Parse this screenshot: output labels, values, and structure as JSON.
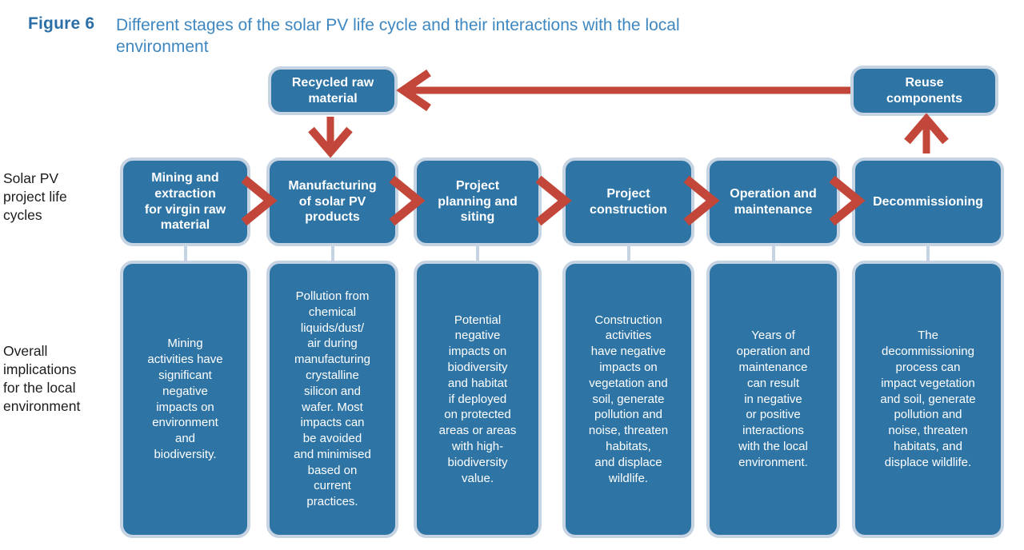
{
  "figure": {
    "label": "Figure 6",
    "title": "Different stages of the solar PV life cycle and their interactions with the local\nenvironment"
  },
  "side_labels": {
    "lifecycle": "Solar PV\nproject life\ncycles",
    "implications": "Overall\nimplications\nfor the local\nenvironment"
  },
  "recycle_loop": {
    "recycled_box": "Recycled raw\nmaterial",
    "reuse_box": "Reuse\ncomponents"
  },
  "stages": [
    {
      "label": "Mining and\nextraction\nfor virgin raw\nmaterial",
      "implication": "Mining\nactivities have\nsignificant\nnegative\nimpacts on\nenvironment\nand\nbiodiversity."
    },
    {
      "label": "Manufacturing\nof solar PV\nproducts",
      "implication": "Pollution from\nchemical\nliquids/dust/\nair during\nmanufacturing\ncrystalline\nsilicon and\nwafer. Most\nimpacts can\nbe avoided\nand minimised\nbased on\ncurrent\npractices."
    },
    {
      "label": "Project\nplanning and\nsiting",
      "implication": "Potential\nnegative\nimpacts on\nbiodiversity\nand habitat\nif deployed\non protected\nareas or areas\nwith high-\nbiodiversity\nvalue."
    },
    {
      "label": "Project\nconstruction",
      "implication": "Construction\nactivities\nhave negative\nimpacts on\nvegetation and\nsoil, generate\npollution and\nnoise, threaten\nhabitats,\nand displace\nwildlife."
    },
    {
      "label": "Operation and\nmaintenance",
      "implication": "Years of\noperation and\nmaintenance\ncan result\nin negative\nor positive\ninteractions\nwith the local\nenvironment."
    },
    {
      "label": "Decommissioning",
      "implication": "The\ndecommissioning\nprocess can\nimpact vegetation\nand soil, generate\npollution and\nnoise, threaten\nhabitats, and\ndisplace wildlife."
    }
  ],
  "icons": {
    "flow_chevron": "chevron-right",
    "arrow_down": "arrow-down",
    "arrow_up": "arrow-up",
    "arrow_left_long": "arrow-left"
  },
  "colors": {
    "box_fill": "#2e74a5",
    "box_border": "#c6d3e2",
    "arrow_red": "#c2473a",
    "figure_label_blue": "#2c6fa6",
    "title_blue": "#3e87c0",
    "side_label_black": "#1c1c1c",
    "box_text_white": "#ffffff"
  }
}
